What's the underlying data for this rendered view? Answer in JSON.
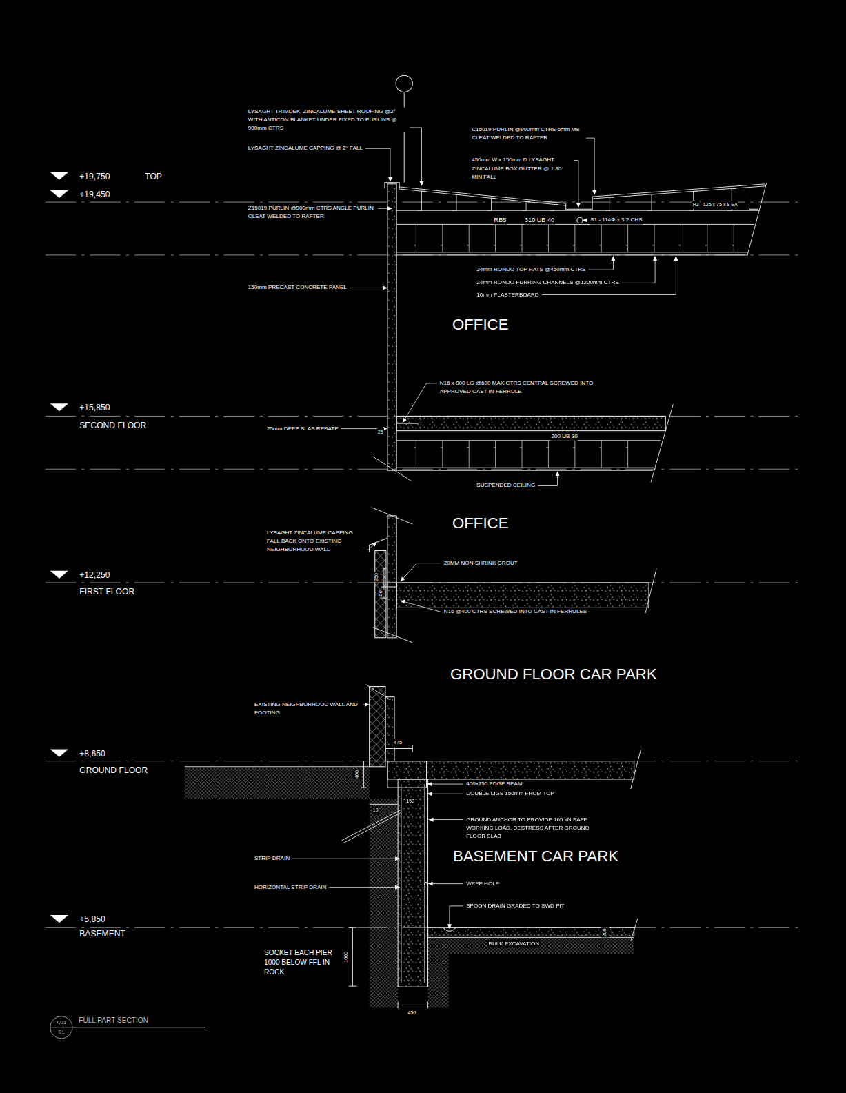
{
  "diagram": {
    "caption": "FULL PART SECTION",
    "nodes": [
      {
        "text": [
          "A01",
          "01"
        ]
      }
    ],
    "labels": [
      "+19,750",
      "TOP",
      "+19,450",
      "+15,850",
      "SECOND FLOOR",
      "+12,250",
      "FIRST FLOOR",
      "+8,650",
      "GROUND FLOOR",
      "+5,850",
      "BASEMENT",
      "LYSAGHT TRIMDEK  ZINCALUME SHEET ROOFING @2° WITH ANTICON BLANKET UNDER FIXED TO PURLINS @ 900mm CTRS",
      "LYSAGHT ZINCALUME CAPPING @ 2° FALL",
      "Z15019 PURLIN @900mm CTRS ANGLE PURLIN CLEAT WELDED TO RAFTER",
      "150mm PRECAST CONCRETE PANEL",
      "C15019 PURLIN @900mm CTRS 6mm MS CLEAT WELDED TO RAFTER",
      "450mm W x 150mm D LYSAGHT ZINCALUME BOX GUTTER @ 1:80 MIN FALL",
      "R2",
      "125 x 75 x 8 EA",
      "RB5",
      "310 UB 40",
      "S1 - 114Φ x 3.2 CHS",
      "24mm RONDO TOP HATS @450mm CTRS",
      "24mm RONDO FURRING CHANNELS @1200mm CTRS",
      "10mm PLASTERBOARD",
      "OFFICE",
      "N16 x 900 LG @600 MAX CTRS CENTRAL SCREWED INTO APPROVED CAST IN FERRULE",
      "25mm DEEP SLAB REBATE",
      "25",
      "200 UB 30",
      "SUSPENDED CEILING",
      "OFFICE",
      "LYSAGHT ZINCALUME CAPPING FALL BACK ONTO EXISTING NEIGHBORHOOD WALL",
      "20MM NON SHRINK GROUT",
      "250",
      "50",
      "N16 @400 CTRS SCREWED INTO CAST IN FERRULES",
      "GROUND FLOOR CAR PARK",
      "EXISTING NEIGHBORHOOD WALL AND FOOTING",
      "475",
      "400",
      "400x750 EDGE BEAM",
      "DOUBLE LIGS 150mm FROM TOP",
      "10",
      "150",
      "GROUND ANCHOR TO PROVIDE 165 kN SAFE WORKING LOAD. DESTRESS AFTER GROUND FLOOR SLAB",
      "STRIP DRAIN",
      "BASEMENT CAR PARK",
      "HORIZONTAL STRIP DRAIN",
      "WEEP HOLE",
      "SPOON DRAIN GRADED TO SWD PIT",
      "BULK EXCAVATION",
      "200",
      "SOCKET EACH PIER 1000 BELOW FFL IN ROCK",
      "1000",
      "450"
    ]
  }
}
